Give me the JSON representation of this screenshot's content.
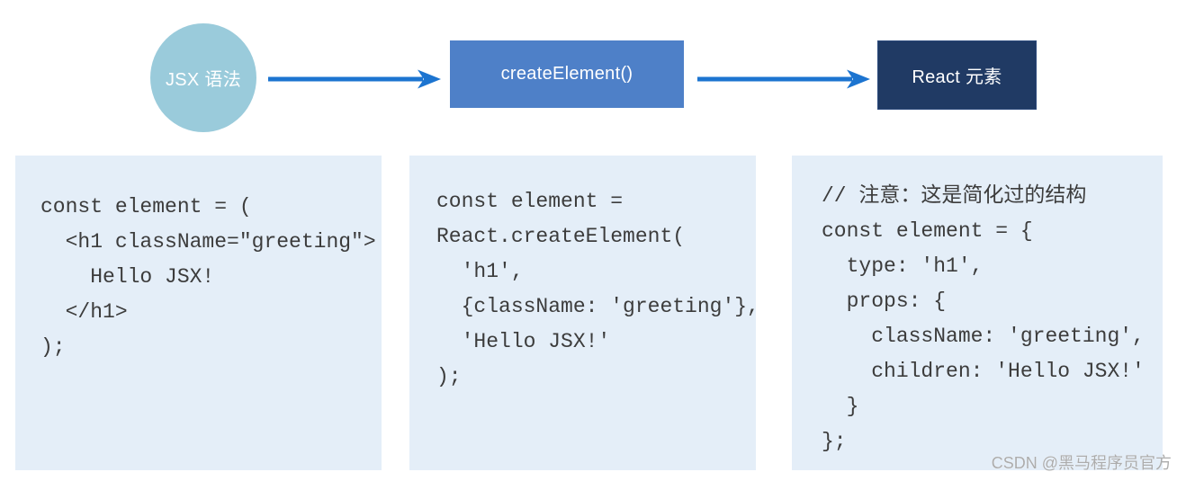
{
  "flow": {
    "nodes": [
      {
        "id": "jsx-syntax",
        "label": "JSX 语法",
        "shape": "ellipse",
        "color": "#9ACBDB"
      },
      {
        "id": "create-element",
        "label": "createElement()",
        "shape": "rect",
        "color": "#4E80C8"
      },
      {
        "id": "react-element",
        "label": "React 元素",
        "shape": "rect",
        "color": "#203A64"
      }
    ],
    "arrow_color": "#1C74D0"
  },
  "code_blocks": [
    {
      "id": "jsx-source",
      "code": "const element = (\n  <h1 className=\"greeting\">\n    Hello JSX!\n  </h1>\n);"
    },
    {
      "id": "create-element-call",
      "code": "const element =\nReact.createElement(\n  'h1',\n  {className: 'greeting'},\n  'Hello JSX!'\n);"
    },
    {
      "id": "react-element-object",
      "code": "// 注意：这是简化过的结构\nconst element = {\n  type: 'h1',\n  props: {\n    className: 'greeting',\n    children: 'Hello JSX!'\n  }\n};"
    }
  ],
  "colors": {
    "code_panel_bg": "#E4EEF8",
    "code_text": "#3C3C3C",
    "background": "#FFFFFF"
  },
  "watermark": "CSDN @黑马程序员官方"
}
